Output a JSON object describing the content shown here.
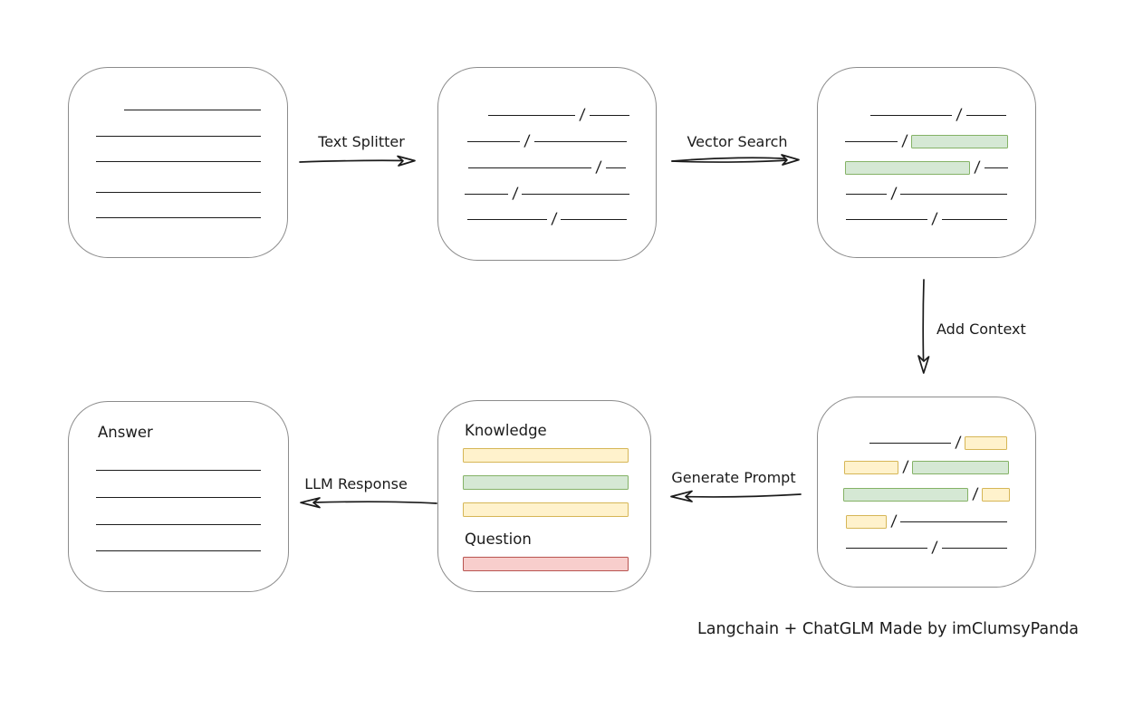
{
  "diagram": {
    "caption": "Langchain + ChatGLM Made by imClumsyPanda"
  },
  "chars": {
    "slash": "/"
  },
  "labels": {
    "text_splitter": "Text Splitter",
    "vector_search": "Vector Search",
    "add_context": "Add Context",
    "generate_prompt": "Generate Prompt",
    "llm_response": "LLM Response"
  },
  "boxes": {
    "prompt": {
      "knowledge_label": "Knowledge",
      "question_label": "Question"
    },
    "answer": {
      "title": "Answer"
    }
  },
  "colors": {
    "green_fill": "#d5e8d4",
    "green_border": "#84b266",
    "yellow_fill": "#fff2cc",
    "yellow_border": "#d6b656",
    "red_fill": "#f8cecc",
    "red_border": "#b85450",
    "stroke": "#1b1b1b",
    "box_border": "#8c8c8c",
    "background": "#ffffff"
  }
}
